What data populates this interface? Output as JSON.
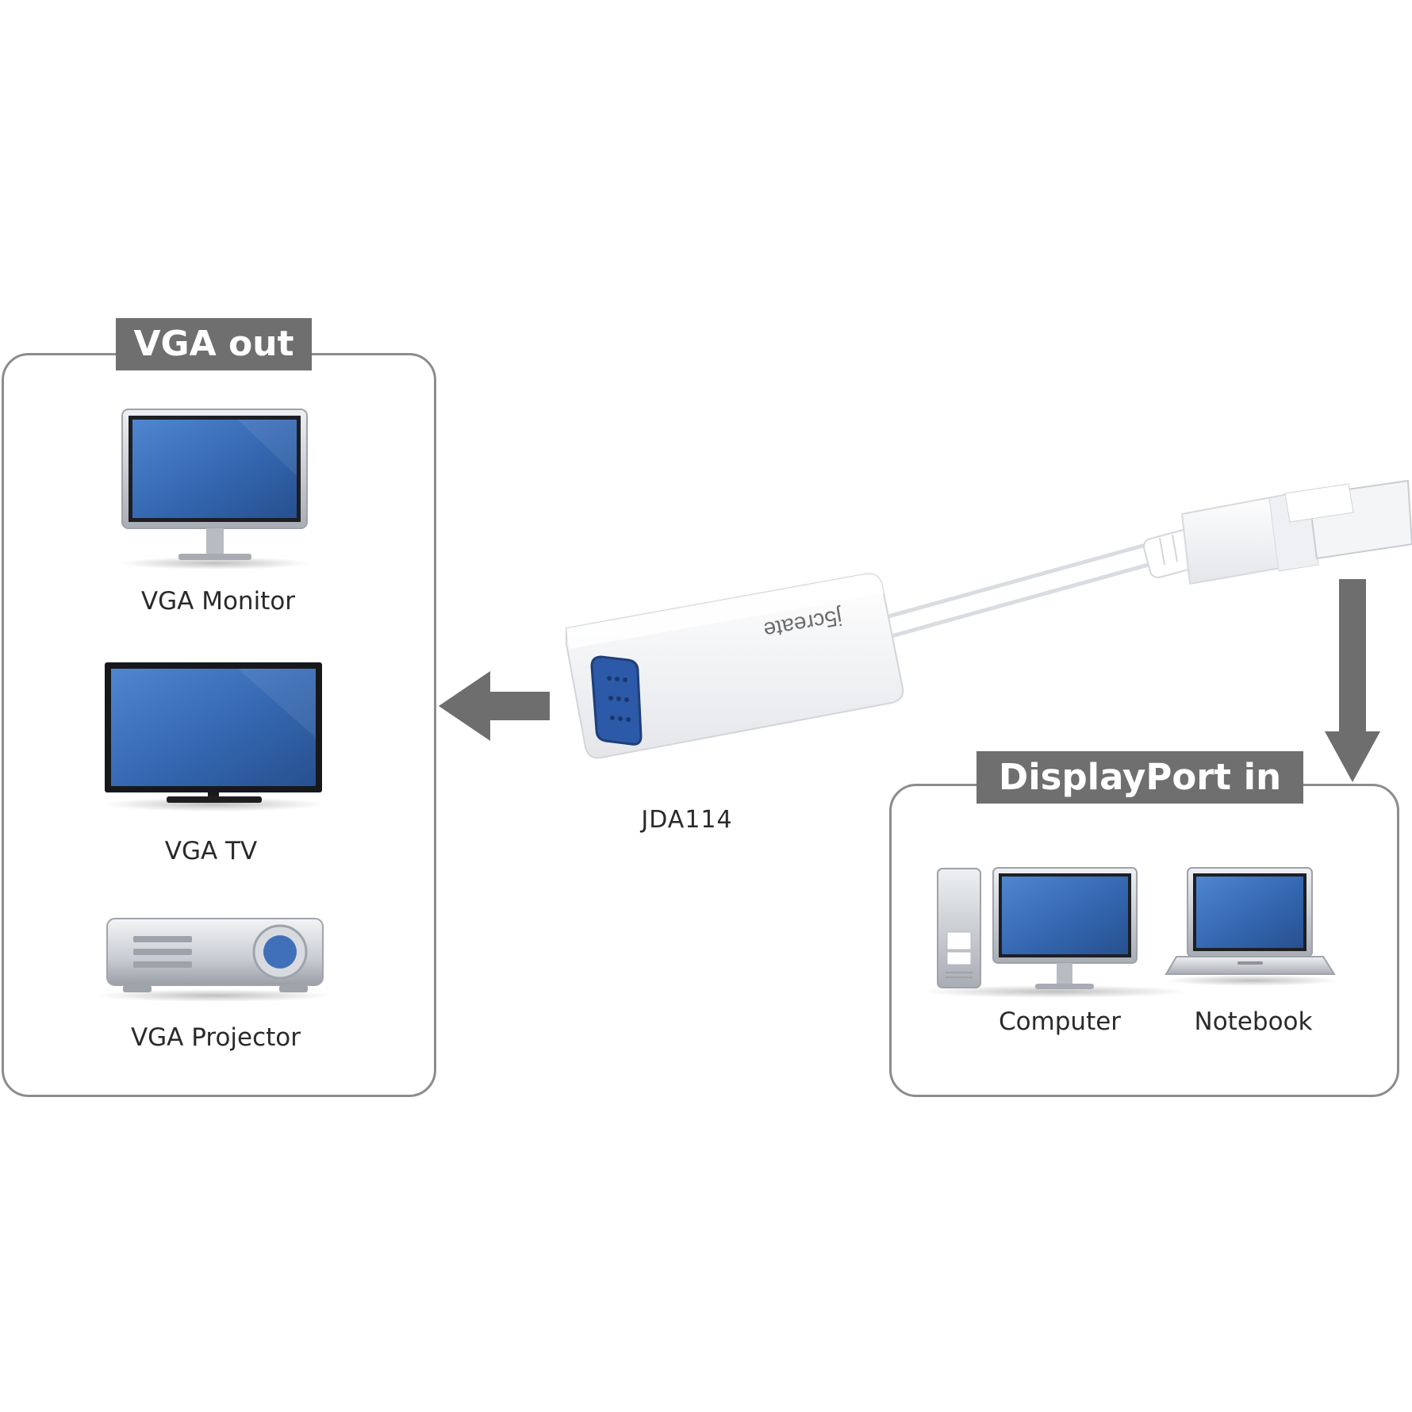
{
  "vga_out": {
    "tag": "VGA out",
    "devices": [
      {
        "label": "VGA Monitor",
        "icon": "monitor-icon"
      },
      {
        "label": "VGA TV",
        "icon": "tv-icon"
      },
      {
        "label": "VGA Projector",
        "icon": "projector-icon"
      }
    ]
  },
  "displayport_in": {
    "tag": "DisplayPort in",
    "devices": [
      {
        "label": "Computer",
        "icon": "desktop-computer-icon"
      },
      {
        "label": "Notebook",
        "icon": "laptop-icon"
      }
    ]
  },
  "adapter": {
    "model": "JDA114",
    "brand": "j5create"
  },
  "colors": {
    "tag_bg": "#6f6f6f",
    "arrow": "#6e6e6e",
    "screen_blue": "#3a6fb8",
    "panel_border": "#8c8c8c"
  }
}
